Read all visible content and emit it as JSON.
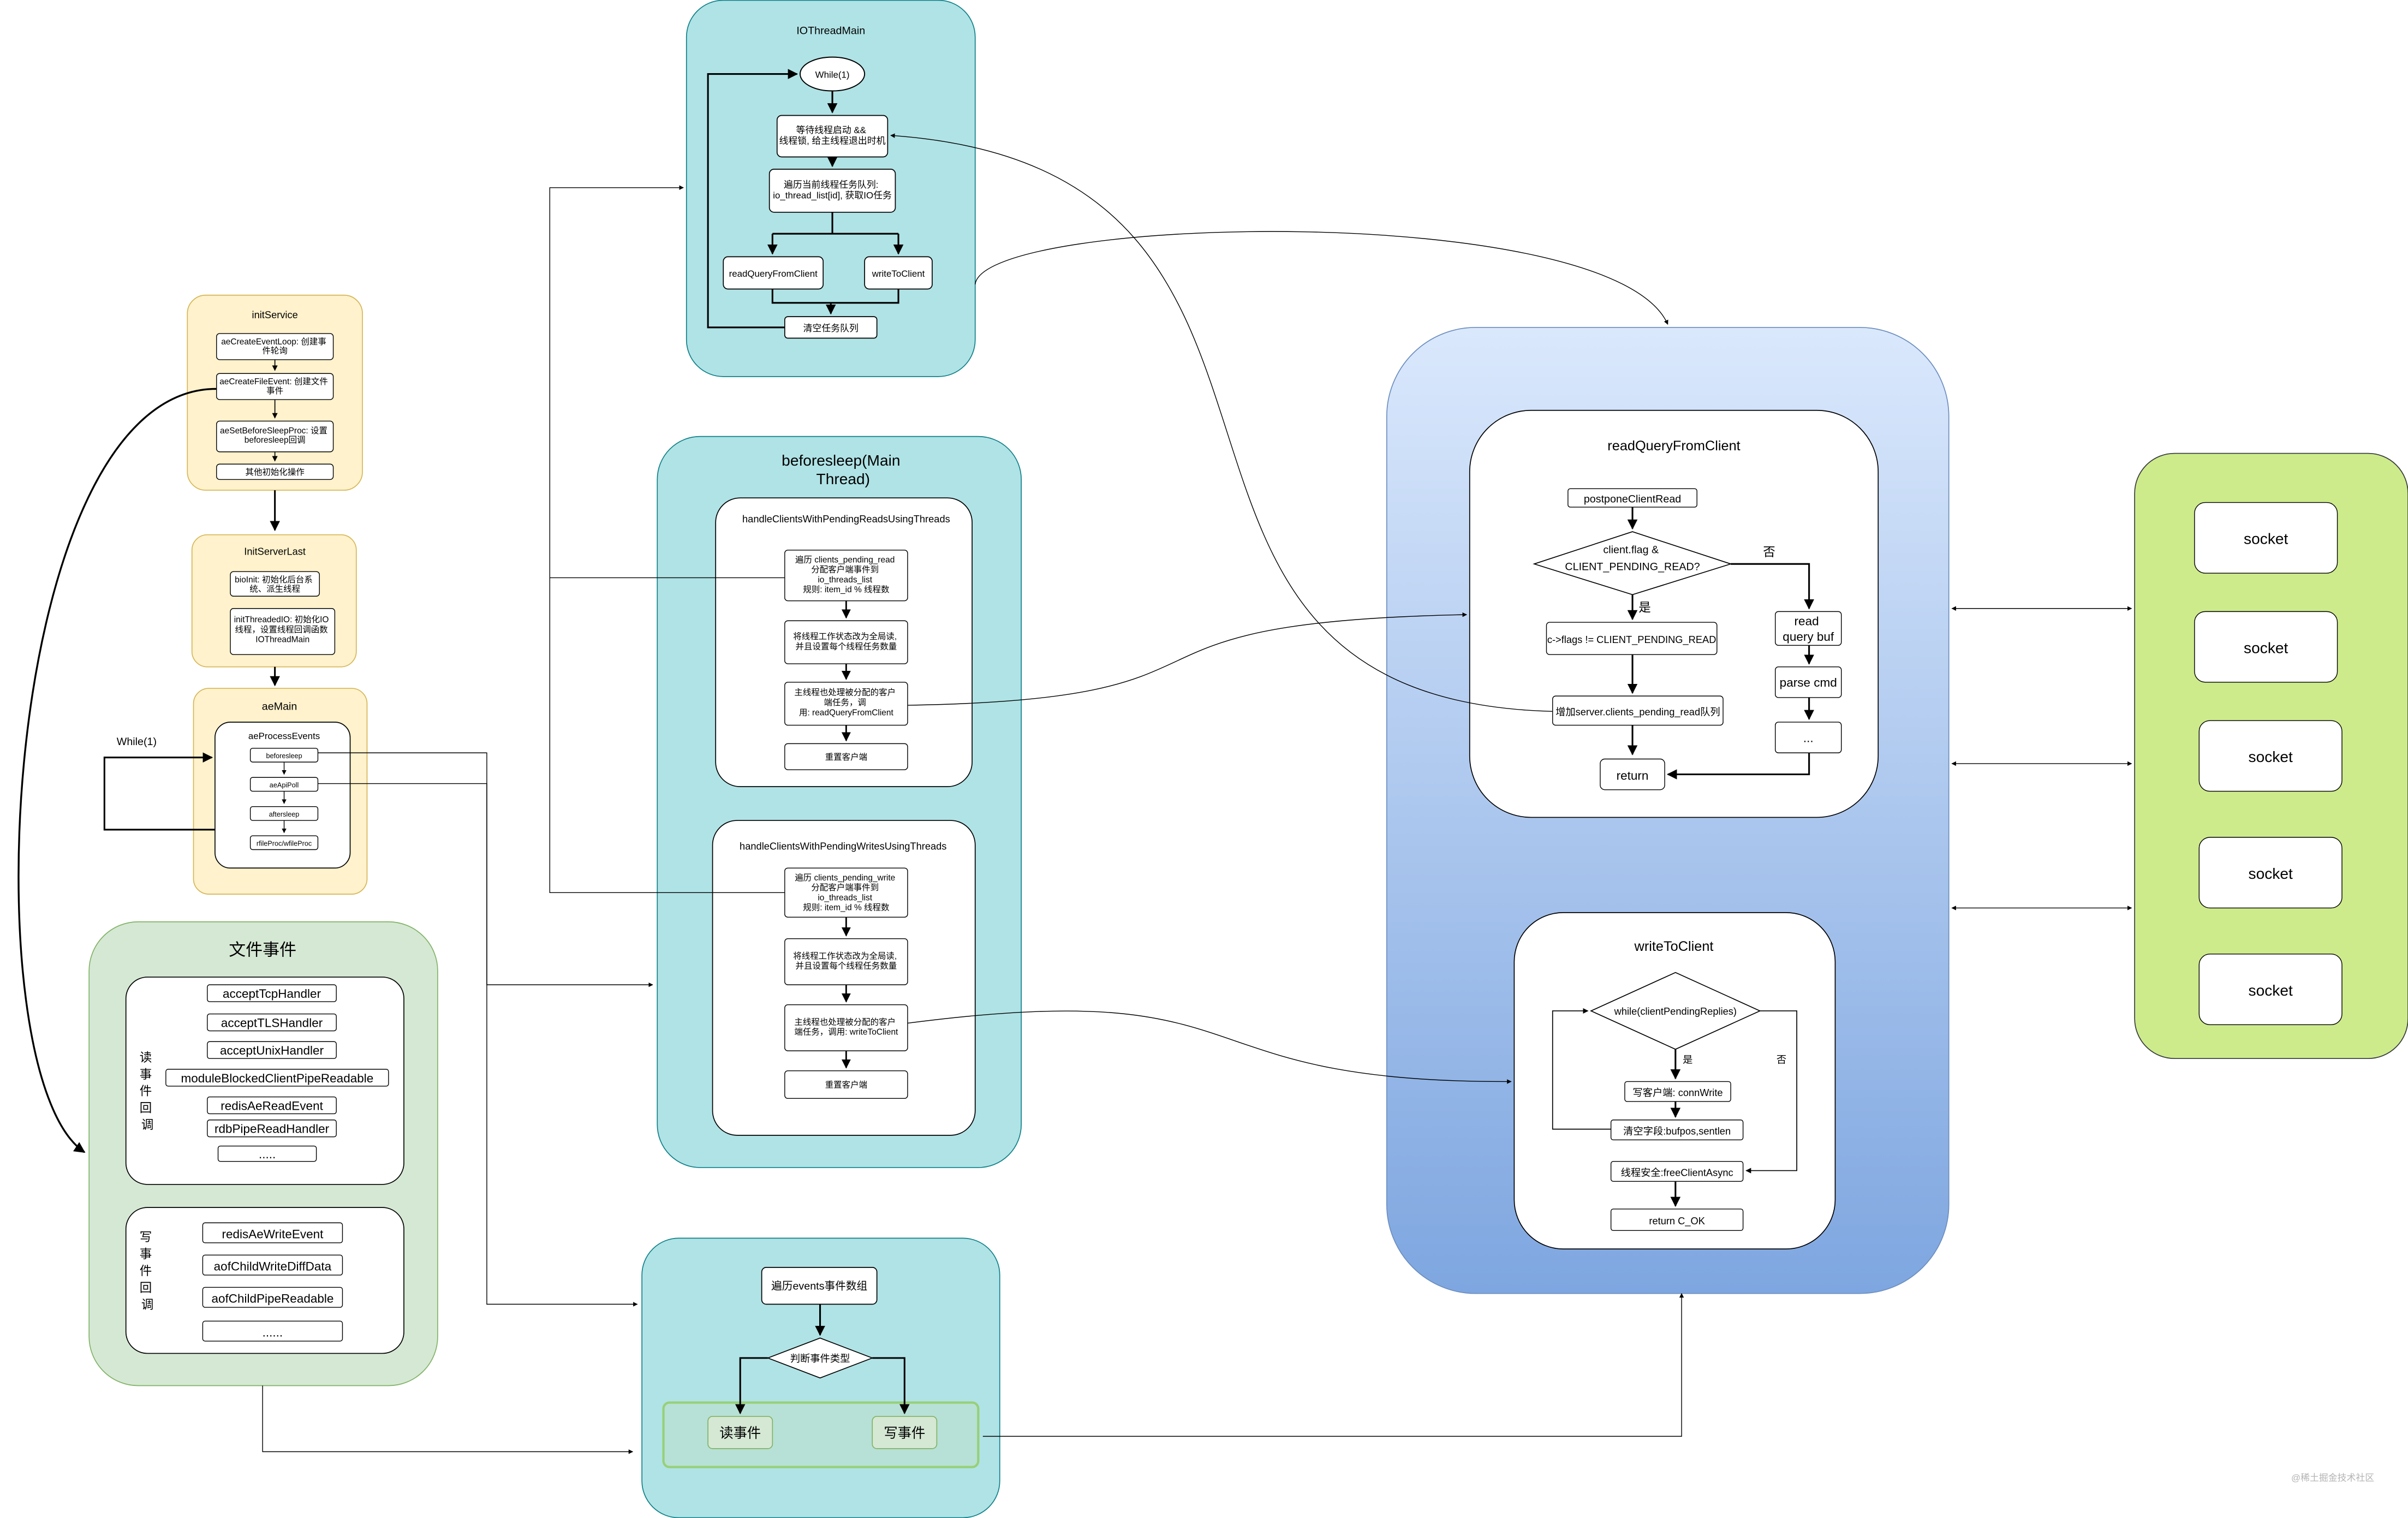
{
  "io_thread": {
    "title": "IOThreadMain",
    "while": "While(1)",
    "wait": [
      "等待线程启动 &&",
      "线程锁, 给主线程退出时机"
    ],
    "traverse": [
      "遍历当前线程任务队列:",
      "io_thread_list[id], 获取IO任务"
    ],
    "read": "readQueryFromClient",
    "write": "writeToClient",
    "clear": "清空任务队列"
  },
  "init_service": {
    "title": "initService",
    "create_event_loop": [
      "aeCreateEventLoop: 创建事",
      "件轮询"
    ],
    "create_file_event": [
      "aeCreateFileEvent: 创建文件",
      "事件"
    ],
    "set_before_sleep": [
      "aeSetBeforeSleepProc: 设置",
      "beforesleep回调"
    ],
    "other": "其他初始化操作"
  },
  "init_server_last": {
    "title": "InitServerLast",
    "bio_init": [
      "bioInit: 初始化后台系",
      "统、派生线程"
    ],
    "init_threaded_io": [
      "initThreadedIO: 初始化IO",
      "线程，设置线程回调函数",
      "IOThreadMain"
    ]
  },
  "ae_main": {
    "title": "aeMain",
    "while_label": "While(1)",
    "process_events": "aeProcessEvents",
    "steps": [
      "beforesleep",
      "aeApiPoll",
      "aftersleep",
      "rfileProc/wfileProc"
    ]
  },
  "file_events": {
    "title": "文件事件",
    "read_group_label": [
      "读",
      "事",
      "件",
      "回",
      "调"
    ],
    "read_handlers": [
      "acceptTcpHandler",
      "acceptTLSHandler",
      "acceptUnixHandler",
      "moduleBlockedClientPipeReadable",
      "redisAeReadEvent",
      "rdbPipeReadHandler",
      "....."
    ],
    "write_group_label": [
      "写",
      "事",
      "件",
      "回",
      "调"
    ],
    "write_handlers": [
      "redisAeWriteEvent",
      "aofChildWriteDiffData",
      "aofChildPipeReadable",
      "......"
    ]
  },
  "beforesleep": {
    "title": [
      "beforesleep(Main",
      "Thread)"
    ],
    "reads": {
      "title": "handleClientsWithPendingReadsUsingThreads",
      "step1": [
        "遍历 clients_pending_read",
        "分配客户端事件到",
        "io_threads_list",
        "规则: item_id % 线程数"
      ],
      "step2": [
        "将线程工作状态改为全局读,",
        "并且设置每个线程任务数量"
      ],
      "step3": [
        "主线程也处理被分配的客户",
        "端任务，调",
        "用: readQueryFromClient"
      ],
      "step4": "重置客户端"
    },
    "writes": {
      "title": "handleClientsWithPendingWritesUsingThreads",
      "step1": [
        "遍历 clients_pending_write",
        "分配客户端事件到",
        "io_threads_list",
        "规则: item_id % 线程数"
      ],
      "step2": [
        "将线程工作状态改为全局读,",
        "并且设置每个线程任务数量"
      ],
      "step3": [
        "主线程也处理被分配的客户",
        "端任务，调用: writeToClient"
      ],
      "step4": "重置客户端"
    }
  },
  "events_loop": {
    "traverse": "遍历events事件数组",
    "judge": "判断事件类型",
    "read": "读事件",
    "write": "写事件"
  },
  "read_query": {
    "title": "readQueryFromClient",
    "postpone": "postponeClientRead",
    "decision": [
      "client.flag &",
      "CLIENT_PENDING_READ?"
    ],
    "yes": "是",
    "no": "否",
    "set_flag": "c->flags != CLIENT_PENDING_READ",
    "add_queue": "增加server.clients_pending_read队列",
    "return": "return",
    "read_buf": [
      "read",
      "query buf"
    ],
    "parse_cmd": "parse cmd",
    "ellipsis": "..."
  },
  "write_client": {
    "title": "writeToClient",
    "loop": "while(clientPendingReplies)",
    "yes": "是",
    "no": "否",
    "conn_write": "写客户端: connWrite",
    "clear_fields": "清空字段:bufpos,sentlen",
    "free_async": "线程安全:freeClientAsync",
    "return": "return C_OK"
  },
  "sockets": [
    "socket",
    "socket",
    "socket",
    "socket",
    "socket"
  ],
  "watermark": "@稀土掘金技术社区",
  "colors": {
    "teal": "#b0e3e6",
    "teal_border": "#0e8088",
    "yellow": "#fff2cc",
    "yellow_border": "#d6b656",
    "green": "#d5e8d4",
    "green_border": "#82b366",
    "lime": "#cdeb8b",
    "lime_border": "#36393d",
    "blue_top": "#dae8fc",
    "blue_bottom": "#7ea6e0",
    "blue_border": "#6c8ebf"
  }
}
